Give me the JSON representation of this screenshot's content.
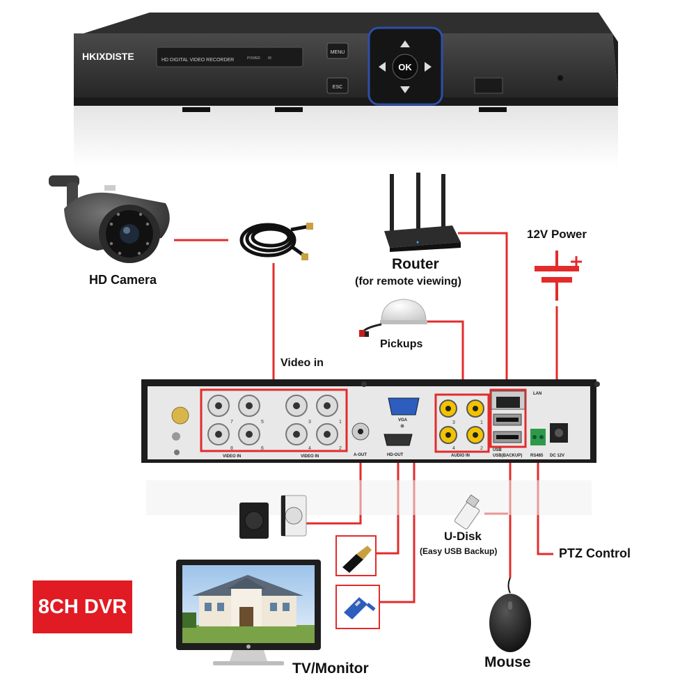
{
  "dvr_front": {
    "brand": "HKIXDISTE",
    "panel_text": "HD DIGITAL VIDEO RECORDER",
    "power_text": "POWER",
    "ir_text": "IR",
    "menu_label": "MENU",
    "esc_label": "ESC",
    "ok_label": "OK"
  },
  "labels": {
    "hd_camera": "HD Camera",
    "router": "Router",
    "router_sub": "(for remote viewing)",
    "power": "12V Power",
    "pickups": "Pickups",
    "video_in": "Video in",
    "udisk": "U-Disk",
    "udisk_sub": "(Easy USB Backup)",
    "ptz": "PTZ Control",
    "tv": "TV/Monitor",
    "mouse": "Mouse",
    "badge": "8CH DVR"
  },
  "rear_panel": {
    "video_in_label": "VIDEO IN",
    "aout_label": "A-OUT",
    "hdout_label": "HD-OUT",
    "vga_label": "VGA",
    "audio_in_label": "AUDIO IN",
    "lan_label": "LAN",
    "usb_label": "USB",
    "usb_backup_label": "USB(BACKUP)",
    "rs485_label": "RS485",
    "dc_label": "DC 12V",
    "bnc_group_a": [
      "7",
      "5",
      "8",
      "6"
    ],
    "bnc_group_b": [
      "3",
      "1",
      "4",
      "2"
    ],
    "audio_numbers": [
      "3",
      "1",
      "4",
      "2"
    ]
  },
  "colors": {
    "connector_line": "#e32b2b",
    "badge_bg": "#e01b24",
    "dvr_body": "#2b2b2b",
    "rear_plate": "#e8e8e8"
  }
}
